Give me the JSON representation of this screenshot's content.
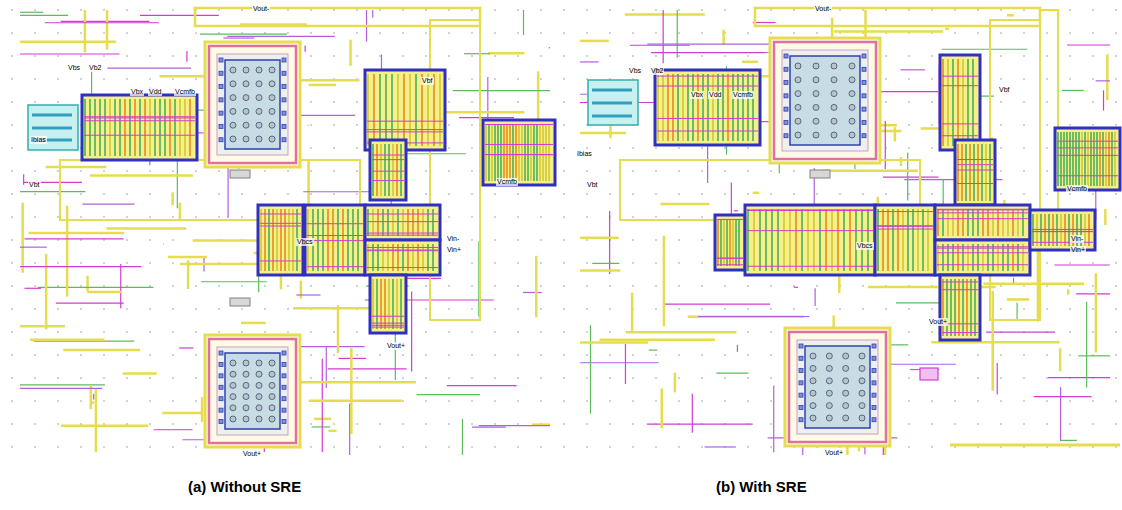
{
  "diagram": {
    "labels": [
      "Vbs",
      "Vb2",
      "Vbx",
      "Vdd",
      "Vcmfb",
      "Vout-",
      "Vbf",
      "Ibias",
      "Vbt",
      "Vcmfb",
      "Vbcs",
      "Vin-",
      "Vin+",
      "Vout+",
      "Vout+",
      "Vbs",
      "Vb2",
      "Vbx",
      "Vdd",
      "Vcmfb",
      "Vout-",
      "Vbf",
      "Ibias",
      "Vbt",
      "Vcmfb",
      "Vbcs",
      "Vin-",
      "Vin+",
      "Vout+",
      "Vout+",
      "(a) Without SRE",
      "(b) With SRE"
    ]
  }
}
